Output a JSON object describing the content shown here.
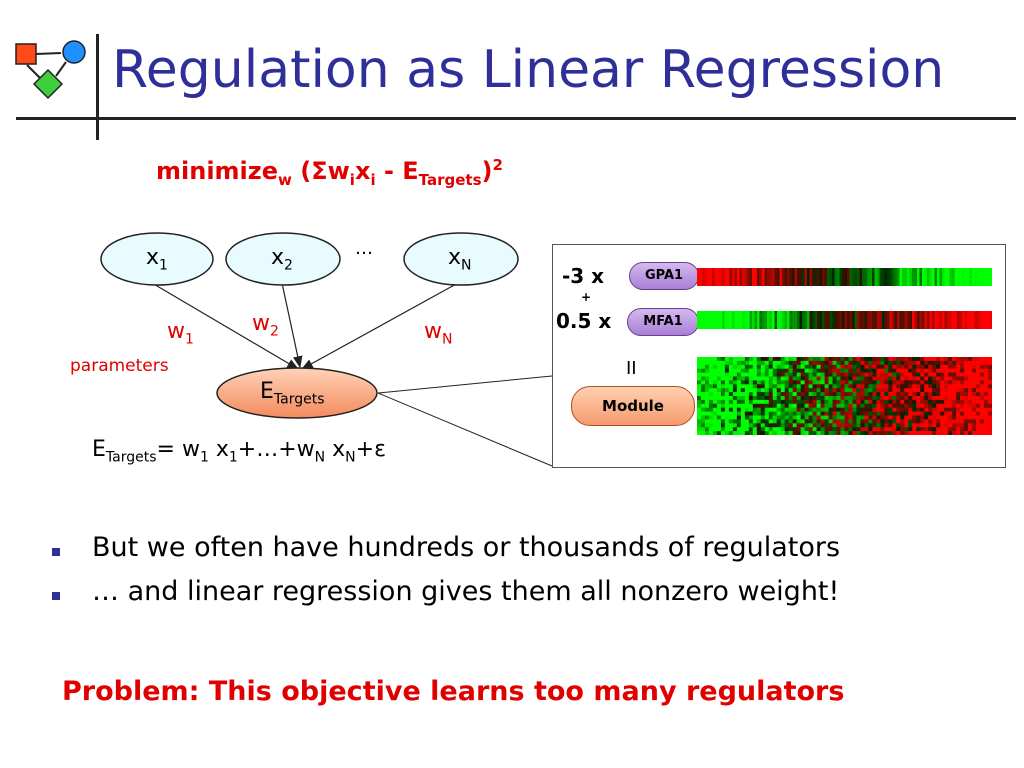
{
  "slide": {
    "title": "Regulation as Linear Regression"
  },
  "objective": {
    "word": "minimize",
    "sub_w": "w",
    "open": "(Σw",
    "sub_i1": "i",
    "x": "x",
    "sub_i2": "i",
    "minus": "- E",
    "sub_targets": "Targets",
    "close": ")",
    "power": "2"
  },
  "graph": {
    "regulators": [
      {
        "base": "x",
        "sub": "1"
      },
      {
        "base": "x",
        "sub": "2"
      },
      {
        "base": "x",
        "sub": "N"
      }
    ],
    "ellipsis": "…",
    "weights": [
      {
        "base": "w",
        "sub": "1"
      },
      {
        "base": "w",
        "sub": "2"
      },
      {
        "base": "w",
        "sub": "N"
      }
    ],
    "parameters_label": "parameters",
    "target": {
      "base": "E",
      "sub": "Targets"
    }
  },
  "equation": {
    "lhs": "E",
    "lhs_sub": "Targets",
    "p1": "= w",
    "s1": "1",
    "p2": " x",
    "s2": "1",
    "p3": "+…+w",
    "s3": "N",
    "p4": " x",
    "s4": "N",
    "p5": "+ε"
  },
  "expression_panel": {
    "rows": [
      {
        "coef": "-3 x",
        "gene": "GPA1"
      },
      {
        "coef": "0.5 x",
        "gene": "MFA1"
      }
    ],
    "plus": "+",
    "equals": "II",
    "module_label": "Module"
  },
  "bullets": [
    "But we often have hundreds or thousands of regulators",
    "… and linear regression gives them all nonzero weight!"
  ],
  "problem": "Problem: This objective learns too many regulators",
  "colors": {
    "title": "#2f2f99",
    "emphasis": "#e00000",
    "regulator_fill": "#e8fbff",
    "target_fill": "#f7a47c",
    "gene_pill": "#b78de0",
    "heat_red": "#ff2020",
    "heat_green": "#10ff10"
  }
}
